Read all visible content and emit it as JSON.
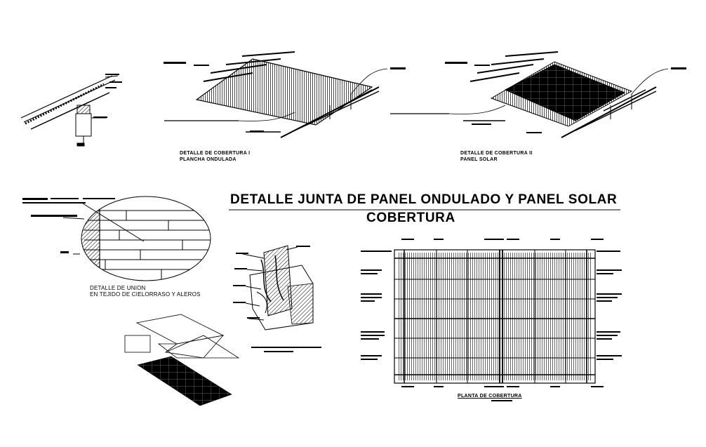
{
  "drawing": {
    "title": "DETALLE JUNTA DE PANEL ONDULADO Y PANEL SOLAR",
    "subtitle": "COBERTURA"
  },
  "details": {
    "cover1_line1": "DETALLE DE COBERTURA I",
    "cover1_line2": "PLANCHA ONDULADA",
    "cover2_line1": "DETALLE DE COBERTURA II",
    "cover2_line2": "PANEL SOLAR",
    "union_line1": "DETALLE DE UNION",
    "union_line2": "EN TEJIDO DE CIELORRASO Y ALEROS",
    "plan_title": "PLANTA DE COBERTURA"
  },
  "colors": {
    "ink": "#000000",
    "paper": "#ffffff"
  }
}
